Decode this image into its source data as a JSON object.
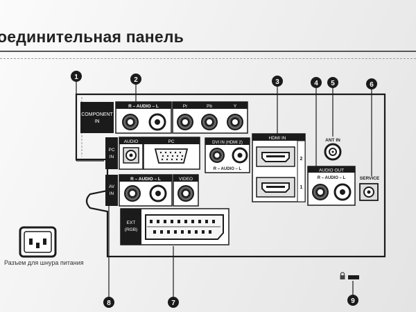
{
  "header": {
    "title": "оединительная панель"
  },
  "callouts": [
    "1",
    "2",
    "3",
    "4",
    "5",
    "6",
    "7",
    "8",
    "9"
  ],
  "component": {
    "label_line1": "COMPONENT",
    "label_line2": "IN",
    "audio_label": "R – AUDIO – L",
    "video_labels": [
      "Pr",
      "Pb",
      "Y"
    ]
  },
  "pc": {
    "label_line1": "PC",
    "label_line2": "IN",
    "audio_label": "AUDIO",
    "pc_label": "PC"
  },
  "dvi": {
    "label": "DVI IN (HDMI 2)",
    "audio_label": "R – AUDIO – L"
  },
  "hdmi": {
    "label": "HDMI IN",
    "port_numbers": [
      "2",
      "1"
    ]
  },
  "ant": {
    "label": "ANT IN"
  },
  "audio_out": {
    "label": "AUDIO OUT",
    "audio_label": "R – AUDIO – L"
  },
  "service": {
    "label": "SERVICE"
  },
  "av": {
    "label_line1": "AV",
    "label_line2": "IN",
    "audio_label": "R – AUDIO – L",
    "video_label": "VIDEO"
  },
  "ext": {
    "label_line1": "EXT",
    "label_line2": "(RGB)"
  },
  "power": {
    "caption": "Разъем для шнура питания"
  },
  "icons": {
    "lock": "kensington-lock-icon",
    "power_socket": "power-socket-icon"
  }
}
